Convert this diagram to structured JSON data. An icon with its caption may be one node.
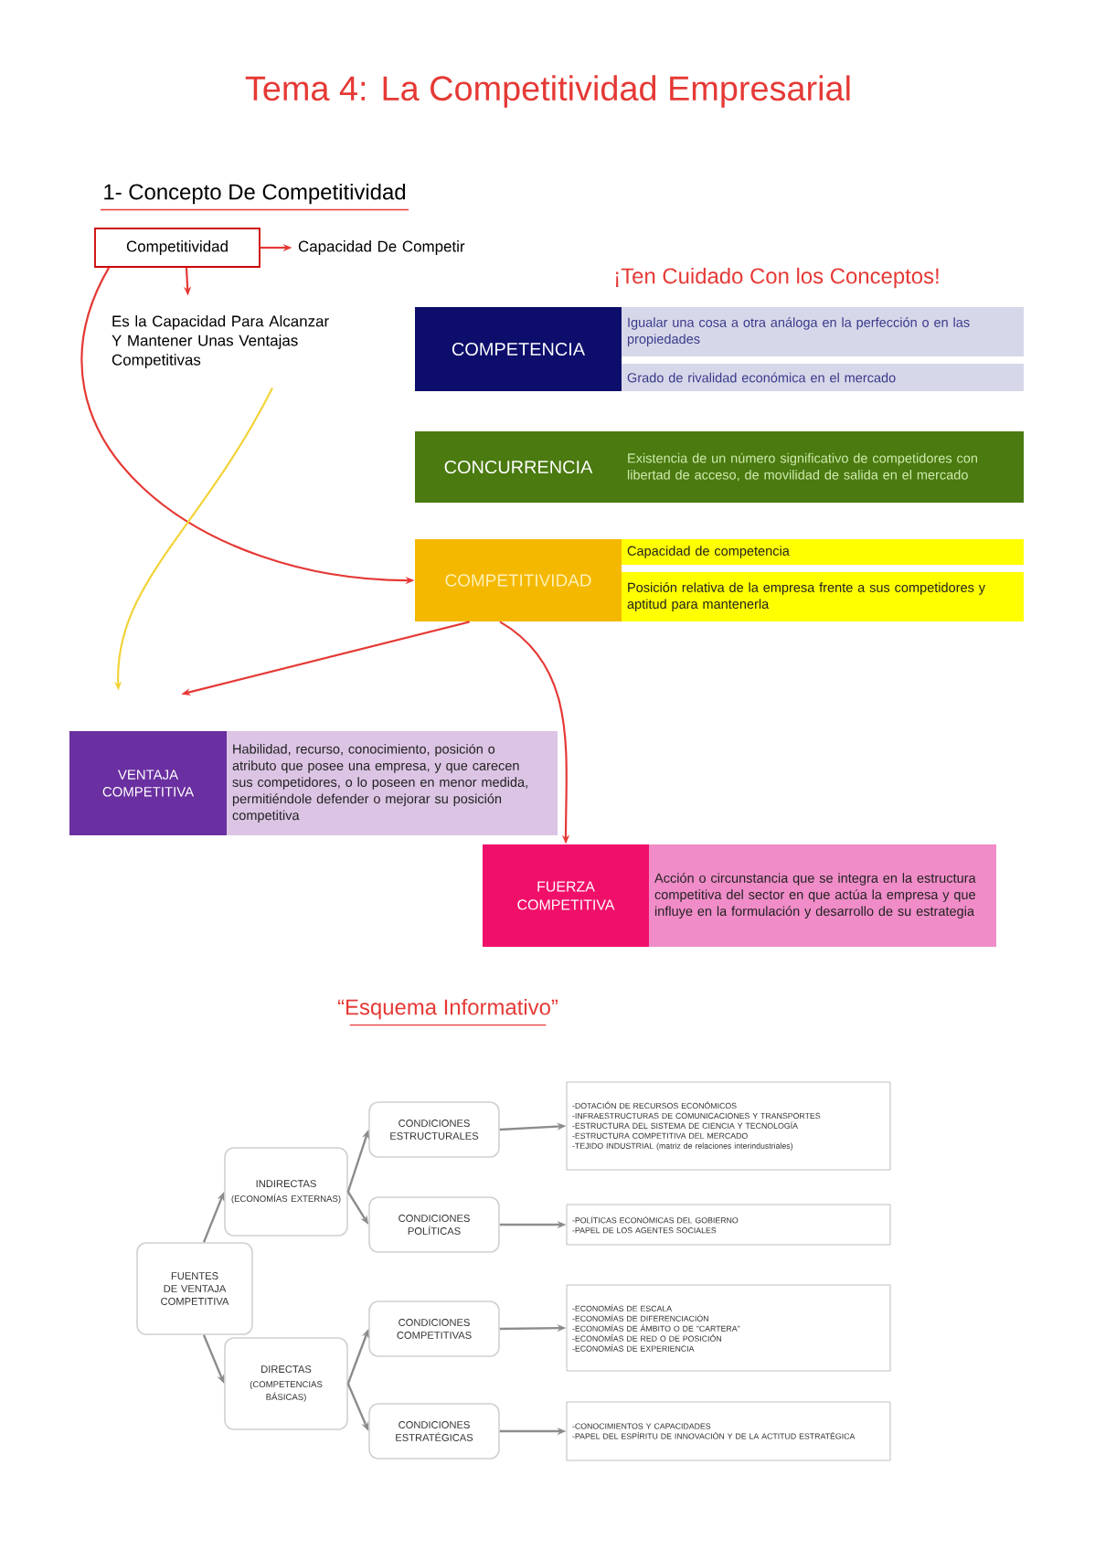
{
  "diagram": {
    "title": "Tema 4: La Competitividad Empresarial",
    "nodes": [
      {
        "text": [
          "Competitividad"
        ]
      },
      {
        "text": [
          "Capacidad De Competir"
        ]
      },
      {
        "text": [
          "Es la Capacidad Para Alcanzar Y Mantener Unas Ventajas Competitivas"
        ]
      },
      {
        "text": [
          "COMPETENCIA"
        ]
      },
      {
        "text": [
          "Igualar una cosa a otra análoga en la perfección o en las propiedades"
        ]
      },
      {
        "text": [
          "Grado de rivalidad económica en el mercado"
        ]
      },
      {
        "text": [
          "CONCURRENCIA"
        ]
      },
      {
        "text": [
          "Existencia de un número significativo de competidores con libertad de acceso, de movilidad de salida en el mercado"
        ]
      },
      {
        "text": [
          "COMPETITIVIDAD"
        ]
      },
      {
        "text": [
          "Capacidad de competencia"
        ]
      },
      {
        "text": [
          "Posición relativa de la empresa frente a sus competidores y aptitud para mantenerla"
        ]
      },
      {
        "text": [
          "VENTAJA COMPETITIVA"
        ]
      },
      {
        "text": [
          "Habilidad, recurso, conocimiento, posición o atributo que posee una empresa, y que carecen sus competidores, o lo poseen en menor medida, permitiéndole defender o mejorar su posición competitiva"
        ]
      },
      {
        "text": [
          "FUERZA COMPETITIVA"
        ]
      },
      {
        "text": [
          "Acción o circunstancia que se integra en la estructura competitiva del sector en que actúa la empresa y que influye en la formulación y desarrollo de su estrategia"
        ]
      },
      {
        "text": [
          "FUENTES DE VENTAJA COMPETITIVA"
        ]
      },
      {
        "text": [
          "INDIRECTAS",
          "(ECONOMÍAS EXTERNAS)"
        ]
      },
      {
        "text": [
          "DIRECTAS",
          "(COMPETENCIAS BÁSICAS)"
        ]
      },
      {
        "text": [
          "CONDICIONES ESTRUCTURALES"
        ]
      },
      {
        "text": [
          "CONDICIONES POLÍTICAS"
        ]
      },
      {
        "text": [
          "CONDICIONES COMPETITIVAS"
        ]
      },
      {
        "text": [
          "CONDICIONES ESTRATÉGICAS"
        ]
      },
      {
        "text": [
          "-DOTACIÓN DE RECURSOS ECONÓMICOS",
          "-INFRAESTRUCTURAS DE COMUNICACIONES Y TRANSPORTES",
          "-ESTRUCTURA DEL SISTEMA DE CIENCIA Y TECNOLOGÍA",
          "-ESTRUCTURA COMPETITIVA DEL MERCADO",
          "-TEJIDO INDUSTRIAL (matriz de relaciones interindustriales)"
        ]
      },
      {
        "text": [
          "-POLÍTICAS ECONÓMICAS DEL GOBIERNO",
          "-PAPEL DE LOS AGENTES SOCIALES"
        ]
      },
      {
        "text": [
          "-ECONOMÍAS DE ESCALA",
          "-ECONOMÍAS DE DIFERENCIACIÓN",
          "-ECONOMÍAS DE ÁMBITO O DE \"CARTERA\"",
          "-ECONOMÍAS DE RED O DE POSICIÓN",
          "-ECONOMÍAS DE EXPERIENCIA"
        ]
      },
      {
        "text": [
          "-CONOCIMIENTOS Y CAPACIDADES",
          "-PAPEL DEL ESPÍRITU DE INNOVACIÓN Y DE LA ACTITUD ESTRATÉGICA"
        ]
      }
    ],
    "edges": [
      {
        "from": 0,
        "to": 1,
        "arrow": "to",
        "color": "#e53935"
      },
      {
        "from": 0,
        "to": 2,
        "arrow": "to",
        "color": "#e53935"
      },
      {
        "from": 0,
        "to": 8,
        "arrow": "to",
        "color": "#e53935"
      },
      {
        "from": 2,
        "to": 11,
        "arrow": "to",
        "color": "#f2d338"
      },
      {
        "from": 8,
        "to": 11,
        "arrow": "to",
        "color": "#e53935"
      },
      {
        "from": 8,
        "to": 13,
        "arrow": "to",
        "color": "#e53935"
      },
      {
        "from": 15,
        "to": 16,
        "arrow": "to"
      },
      {
        "from": 15,
        "to": 17,
        "arrow": "to"
      },
      {
        "from": 16,
        "to": 18,
        "arrow": "to"
      },
      {
        "from": 16,
        "to": 19,
        "arrow": "to"
      },
      {
        "from": 17,
        "to": 20,
        "arrow": "to"
      },
      {
        "from": 17,
        "to": 21,
        "arrow": "to"
      },
      {
        "from": 18,
        "to": 22,
        "arrow": "to"
      },
      {
        "from": 19,
        "to": 23,
        "arrow": "to"
      },
      {
        "from": 20,
        "to": 24,
        "arrow": "to"
      },
      {
        "from": 21,
        "to": 25,
        "arrow": "to"
      }
    ],
    "labels": [
      "1- Concepto De Competitividad",
      "¡Ten Cuidado Con los Conceptos!",
      "“Esquema Informativo”"
    ]
  }
}
